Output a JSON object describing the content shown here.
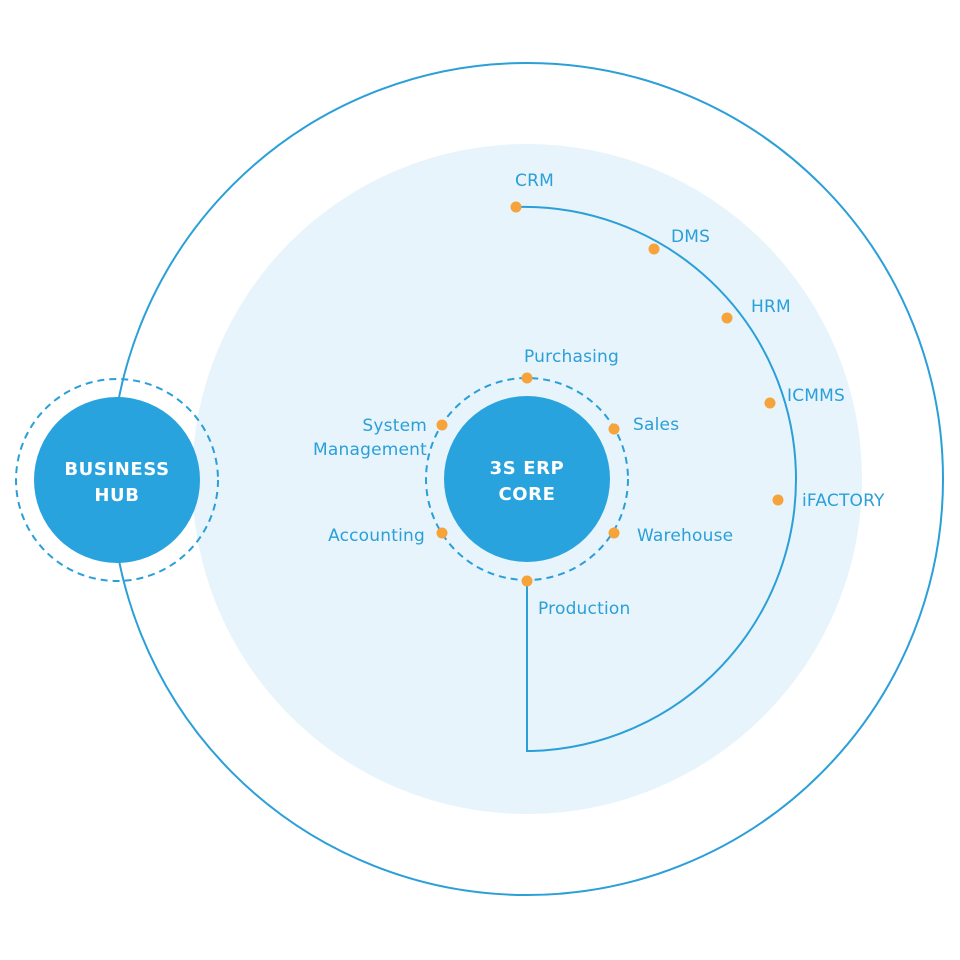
{
  "colors": {
    "accent": "#2a9fd8",
    "hub_fill": "#29a3dd",
    "zone_fill": "#e7f4fb",
    "node_dot": "#f5a33a"
  },
  "business_hub": {
    "line1": "BUSINESS",
    "line2": "HUB"
  },
  "erp_core": {
    "line1": "3S ERP",
    "line2": "CORE"
  },
  "core_modules": {
    "purchasing": "Purchasing",
    "sales": "Sales",
    "warehouse": "Warehouse",
    "production": "Production",
    "accounting": "Accounting",
    "system_management_line1": "System",
    "system_management_line2": "Management"
  },
  "extended_modules": {
    "crm": "CRM",
    "dms": "DMS",
    "hrm": "HRM",
    "icmms": "ICMMS",
    "ifactory": "iFACTORY"
  }
}
